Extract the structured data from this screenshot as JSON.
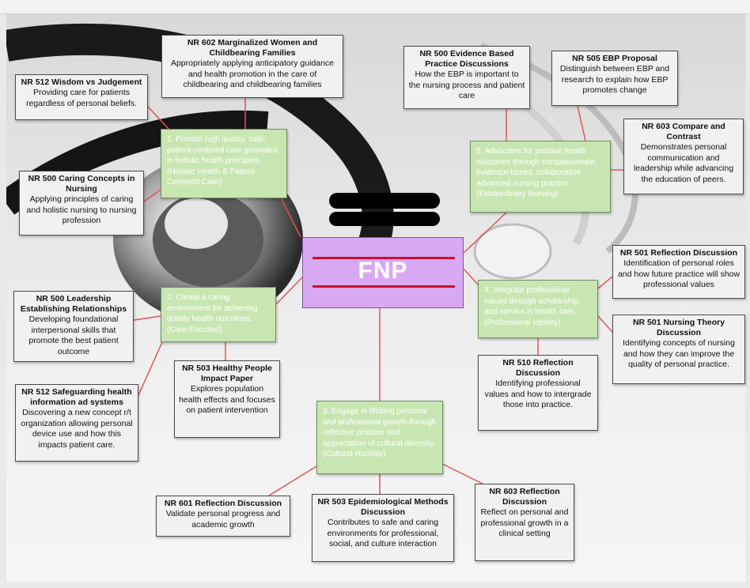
{
  "center": {
    "label": "FNP"
  },
  "goals": [
    {
      "id": "g1",
      "text": "1. Provide high quality, safe, patient-centered care grounded in holistic health principles. (Holistic Health & Patient-Centered Care)"
    },
    {
      "id": "g2",
      "text": "2. Create a caring environment for achieving quality health outcomes. (Care-Focused)"
    },
    {
      "id": "g3",
      "text": "3. Engage in lifelong personal and professional growth through reflective practice and appreciation of cultural diversity. (Cultural Humility)"
    },
    {
      "id": "g4",
      "text": "4. Integrate professional values through scholarship and service in health care. (Professional Identity)"
    },
    {
      "id": "g5",
      "text": "5. Advocates for positive health outcomes through compassionate, evidence-based, collaborative advanced nursing practice. (Extraordinary Nursing)"
    }
  ],
  "courses": [
    {
      "id": "c602",
      "title": "NR 602 Marginalized Women and Childbearing Families",
      "desc": "Appropriately applying anticipatory guidance and health promotion in the care of childbearing and childbearing families"
    },
    {
      "id": "c512w",
      "title": "NR 512 Wisdom vs Judgement",
      "desc": "Providing care for patients regardless of personal beliefs."
    },
    {
      "id": "c500c",
      "title": "NR 500 Caring Concepts in Nursing",
      "desc": "Applying principles of caring and holistic nursing to nursing profession"
    },
    {
      "id": "c500e",
      "title": "NR 500 Evidence Based Practice Discussions",
      "desc": "How the EBP is important to the nursing process and patient care"
    },
    {
      "id": "c505",
      "title": "NR 505 EBP Proposal",
      "desc": "Distinguish between EBP and research to explain how EBP promotes change"
    },
    {
      "id": "c603c",
      "title": "NR 603 Compare and Contrast",
      "desc": "Demonstrates personal communication and leadership while advancing the education of peers."
    },
    {
      "id": "c501r",
      "title": "NR 501 Reflection Discussion",
      "desc": "Identification of personal roles and how future practice will show professional values"
    },
    {
      "id": "c501n",
      "title": "NR 501 Nursing Theory Discussion",
      "desc": "Identifying concepts of nursing and how they can improve the quality of personal practice."
    },
    {
      "id": "c510",
      "title": "NR 510 Reflection Discussion",
      "desc": "Identifying professional values and how to intergrade those into practice."
    },
    {
      "id": "c500l",
      "title": "NR 500 Leadership Establishing Relationships",
      "desc": "Developing foundational interpersonal skills that promote the best patient outcome"
    },
    {
      "id": "c503h",
      "title": "NR 503 Healthy People Impact Paper",
      "desc": "Explores population health effects and focuses on patient intervention"
    },
    {
      "id": "c512s",
      "title": "NR 512 Safeguarding health information ad systems",
      "desc": "Discovering a new concept r/t organization allowing personal device use and how this impacts patient care."
    },
    {
      "id": "c601",
      "title": "NR 601 Reflection Discussion",
      "desc": "Validate personal progress and academic growth"
    },
    {
      "id": "c503e",
      "title": "NR 503 Epidemiological Methods Discussion",
      "desc": "Contributes to safe and caring environments for professional, social, and culture interaction"
    },
    {
      "id": "c603r",
      "title": "NR 603 Reflection Discussion",
      "desc": "Reflect on personal and professional growth in a clinical setting"
    }
  ],
  "colors": {
    "link": "#e05555",
    "goal_fill": "#c8e6b2",
    "center_fill": "#d9a8f3",
    "center_bar": "#c8102e"
  }
}
